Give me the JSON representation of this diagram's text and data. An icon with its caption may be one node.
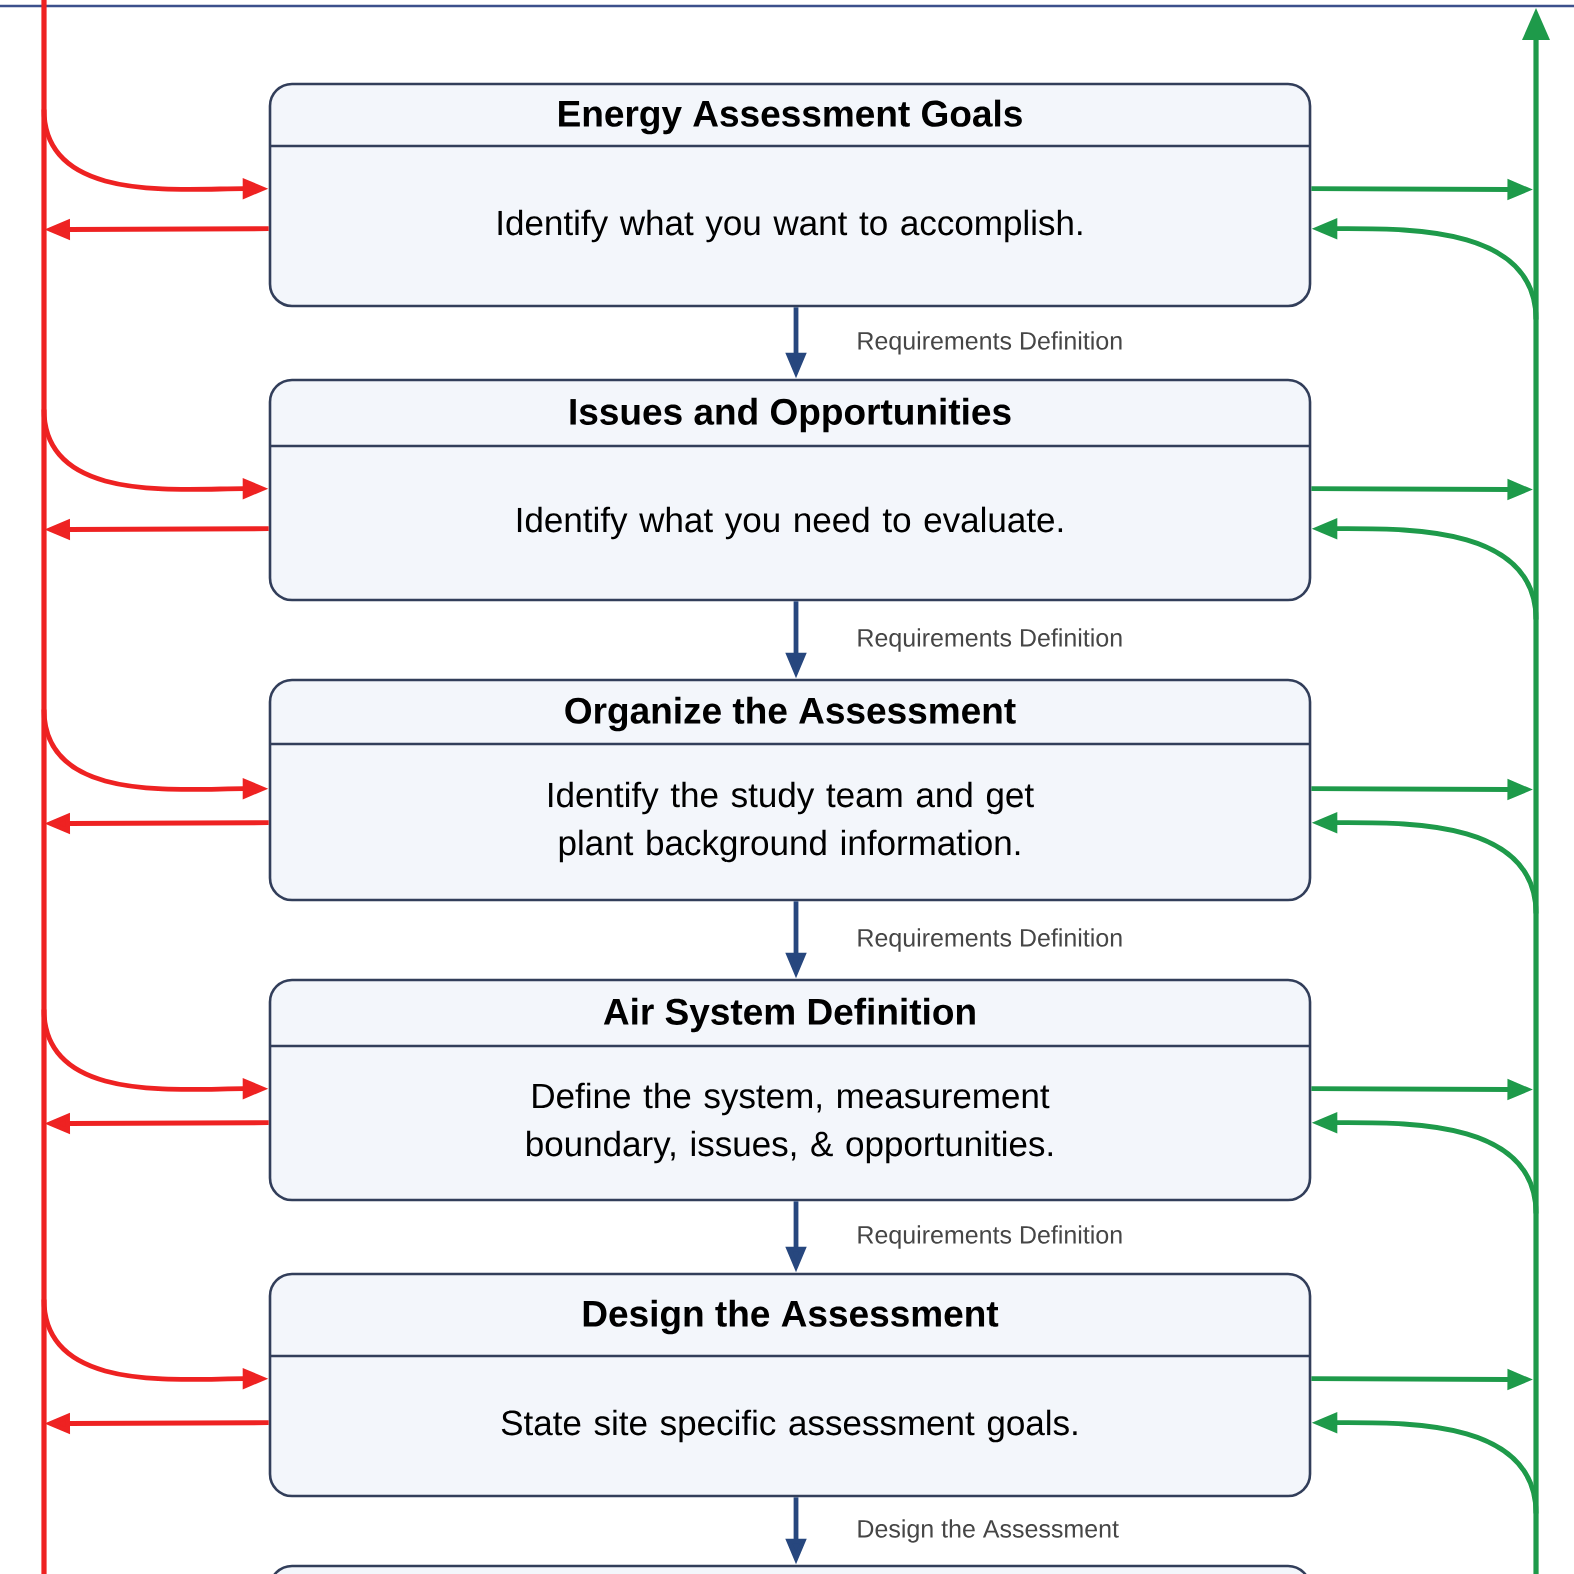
{
  "diagram": {
    "nodes": [
      {
        "text": [],
        "shape": "bar"
      },
      {
        "text": [],
        "shape": "bar"
      },
      {
        "text": [
          "Energy Assessment Goals",
          "Identify what you want to accomplish."
        ]
      },
      {
        "text": [
          "Issues and Opportunities",
          "Identify what you need to evaluate."
        ]
      },
      {
        "text": [
          "Organize the Assessment",
          "Identify the study team and get plant background information."
        ]
      },
      {
        "text": [
          "Air System Definition",
          "Define the system, measurement boundary, issues, & opportunities."
        ]
      },
      {
        "text": [
          "Design the Assessment",
          "State site specific assessment goals."
        ]
      },
      {
        "text": [],
        "shape": "box"
      }
    ],
    "edges": [
      {
        "from": 0,
        "to": 2,
        "arrow": "to",
        "color": "#ee2222"
      },
      {
        "from": 2,
        "to": 0,
        "arrow": "to",
        "color": "#ee2222"
      },
      {
        "from": 2,
        "to": 1,
        "arrow": "to",
        "color": "#1e9a4a"
      },
      {
        "from": 1,
        "to": 2,
        "arrow": "to",
        "color": "#1e9a4a"
      },
      {
        "from": 0,
        "to": 3,
        "arrow": "to",
        "color": "#ee2222"
      },
      {
        "from": 3,
        "to": 0,
        "arrow": "to",
        "color": "#ee2222"
      },
      {
        "from": 3,
        "to": 1,
        "arrow": "to",
        "color": "#1e9a4a"
      },
      {
        "from": 1,
        "to": 3,
        "arrow": "to",
        "color": "#1e9a4a"
      },
      {
        "from": 0,
        "to": 4,
        "arrow": "to",
        "color": "#ee2222"
      },
      {
        "from": 4,
        "to": 0,
        "arrow": "to",
        "color": "#ee2222"
      },
      {
        "from": 4,
        "to": 1,
        "arrow": "to",
        "color": "#1e9a4a"
      },
      {
        "from": 1,
        "to": 4,
        "arrow": "to",
        "color": "#1e9a4a"
      },
      {
        "from": 0,
        "to": 5,
        "arrow": "to",
        "color": "#ee2222"
      },
      {
        "from": 5,
        "to": 0,
        "arrow": "to",
        "color": "#ee2222"
      },
      {
        "from": 5,
        "to": 1,
        "arrow": "to",
        "color": "#1e9a4a"
      },
      {
        "from": 1,
        "to": 5,
        "arrow": "to",
        "color": "#1e9a4a"
      },
      {
        "from": 0,
        "to": 6,
        "arrow": "to",
        "color": "#ee2222"
      },
      {
        "from": 6,
        "to": 0,
        "arrow": "to",
        "color": "#ee2222"
      },
      {
        "from": 6,
        "to": 1,
        "arrow": "to",
        "color": "#1e9a4a"
      },
      {
        "from": 1,
        "to": 6,
        "arrow": "to",
        "color": "#1e9a4a"
      },
      {
        "from": 2,
        "to": 3,
        "arrow": "to",
        "label": "Requirements Definition",
        "color": "#27477e"
      },
      {
        "from": 3,
        "to": 4,
        "arrow": "to",
        "label": "Requirements Definition",
        "color": "#27477e"
      },
      {
        "from": 4,
        "to": 5,
        "arrow": "to",
        "label": "Requirements Definition",
        "color": "#27477e"
      },
      {
        "from": 5,
        "to": 6,
        "arrow": "to",
        "label": "Requirements Definition",
        "color": "#27477e"
      },
      {
        "from": 6,
        "to": 7,
        "arrow": "to",
        "label": "Design the Assessment",
        "color": "#27477e"
      }
    ]
  }
}
